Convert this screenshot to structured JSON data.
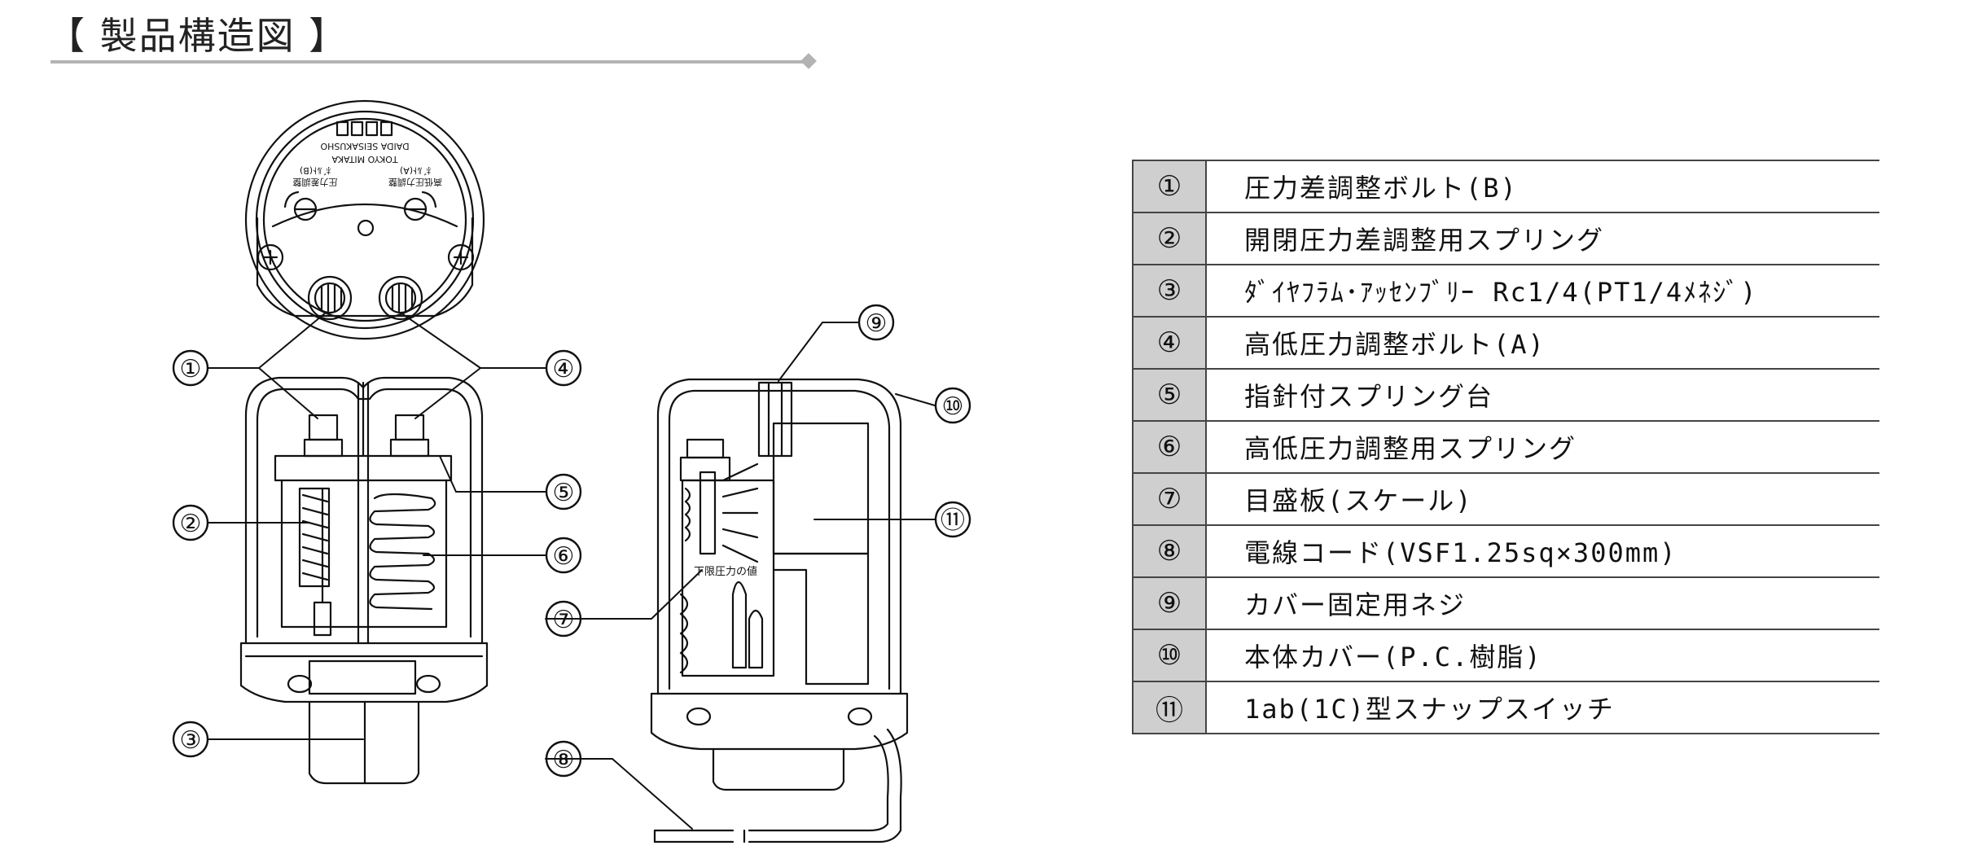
{
  "title": "【 製品構造図 】",
  "figure": {
    "gauge_text_1": "TOKYO MITAKA",
    "gauge_text_2": "DAIDA SEISAKUSHO",
    "gauge_label_left": "圧力差調整",
    "gauge_label_left_sub": "ﾎﾞﾙﾄ(B)",
    "gauge_label_right": "高低圧力調整",
    "gauge_label_right_sub": "ﾎﾞﾙﾄ(A)",
    "scale_label": "下限圧力の値"
  },
  "callouts": [
    "①",
    "②",
    "③",
    "④",
    "⑤",
    "⑥",
    "⑦",
    "⑧",
    "⑨",
    "⑩",
    "⑪"
  ],
  "parts": [
    {
      "num": "①",
      "desc": "圧力差調整ボルト(B)"
    },
    {
      "num": "②",
      "desc": "開閉圧力差調整用スプリング"
    },
    {
      "num": "③",
      "desc": "ﾀﾞｲﾔﾌﾗﾑ･ｱｯｾﾝﾌﾞﾘｰ Rc1/4(PT1/4ﾒﾈｼﾞ)"
    },
    {
      "num": "④",
      "desc": "高低圧力調整ボルト(A)"
    },
    {
      "num": "⑤",
      "desc": "指針付スプリング台"
    },
    {
      "num": "⑥",
      "desc": "高低圧力調整用スプリング"
    },
    {
      "num": "⑦",
      "desc": "目盛板(スケール)"
    },
    {
      "num": "⑧",
      "desc": "電線コード(VSF1.25sq×300mm)"
    },
    {
      "num": "⑨",
      "desc": "カバー固定用ネジ"
    },
    {
      "num": "⑩",
      "desc": "本体カバー(P.C.樹脂)"
    },
    {
      "num": "⑪",
      "desc": "1ab(1C)型スナップスイッチ"
    }
  ]
}
